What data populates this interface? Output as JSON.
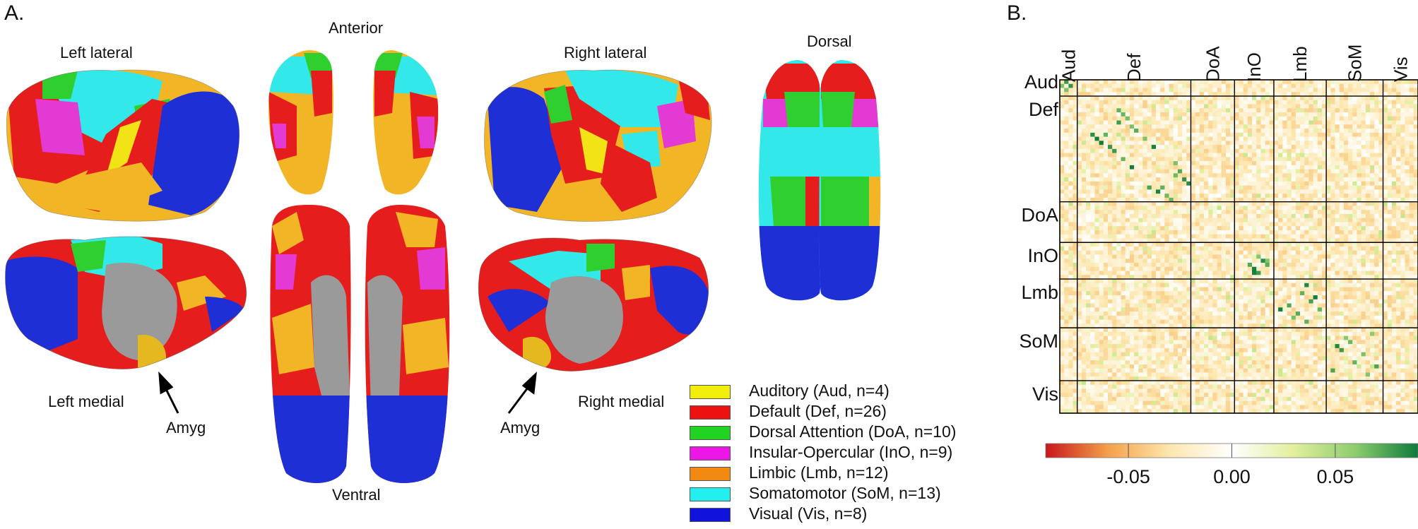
{
  "panels": {
    "a": "A.",
    "b": "B."
  },
  "views": {
    "left_lateral": "Left lateral",
    "anterior": "Anterior",
    "right_lateral": "Right lateral",
    "dorsal": "Dorsal",
    "left_medial": "Left medial",
    "right_medial": "Right medial",
    "ventral": "Ventral",
    "amyg_left": "Amyg",
    "amyg_right": "Amyg"
  },
  "colors": {
    "aud": "#f2e316",
    "def": "#e61d1d",
    "doa": "#2ecf2e",
    "ino": "#e23ad2",
    "lmb": "#f5a623",
    "lmb_swatch": "#f28a12",
    "som": "#33e8e8",
    "vis": "#1f2fd6",
    "medial_wall": "#9a9a9a",
    "amyg": "#e6b820"
  },
  "legend": [
    {
      "label": "Auditory (Aud, n=4)",
      "color": "#f2ee0c"
    },
    {
      "label": "Default (Def, n=26)",
      "color": "#ee1111"
    },
    {
      "label": "Dorsal Attention (DoA, n=10)",
      "color": "#22d322"
    },
    {
      "label": "Insular-Opercular (InO, n=9)",
      "color": "#ec16e8"
    },
    {
      "label": "Limbic (Lmb, n=12)",
      "color": "#f28a12"
    },
    {
      "label": "Somatomotor (SoM, n=13)",
      "color": "#22eeee"
    },
    {
      "label": "Visual (Vis, n=8)",
      "color": "#1212dd"
    }
  ],
  "chart_data": {
    "type": "heatmap",
    "networks": [
      "Aud",
      "Def",
      "DoA",
      "InO",
      "Lmb",
      "SoM",
      "Vis"
    ],
    "network_sizes": [
      4,
      26,
      10,
      9,
      12,
      13,
      8
    ],
    "colorbar": {
      "ticks": [
        "-0.05",
        "0.00",
        "0.05"
      ],
      "tick_values": [
        -0.05,
        0.0,
        0.05
      ],
      "range": [
        -0.09,
        0.09
      ],
      "colors": [
        "#c8161d",
        "#f4a04a",
        "#fde7ae",
        "#ffffff",
        "#e2ef9c",
        "#8ccc6e",
        "#0d7a3b"
      ]
    },
    "diagonal_highlight_pairs": [
      [
        0,
        1
      ],
      [
        1,
        0
      ],
      [
        1,
        2
      ],
      [
        2,
        1
      ],
      [
        7,
        13
      ],
      [
        13,
        7
      ],
      [
        8,
        14
      ],
      [
        14,
        8
      ],
      [
        9,
        15
      ],
      [
        15,
        9
      ],
      [
        10,
        13
      ],
      [
        13,
        10
      ],
      [
        11,
        16
      ],
      [
        16,
        11
      ],
      [
        12,
        17
      ],
      [
        17,
        12
      ],
      [
        14,
        19
      ],
      [
        19,
        14
      ],
      [
        16,
        21
      ],
      [
        21,
        16
      ],
      [
        20,
        26
      ],
      [
        26,
        20
      ],
      [
        22,
        27
      ],
      [
        27,
        22
      ],
      [
        25,
        29
      ],
      [
        29,
        25
      ],
      [
        24,
        28
      ],
      [
        28,
        24
      ],
      [
        23,
        26
      ],
      [
        26,
        23
      ],
      [
        44,
        46
      ],
      [
        46,
        44
      ],
      [
        45,
        47
      ],
      [
        47,
        45
      ],
      [
        44,
        47
      ],
      [
        47,
        44
      ],
      [
        43,
        45
      ],
      [
        45,
        43
      ],
      [
        52,
        55
      ],
      [
        55,
        52
      ],
      [
        54,
        57
      ],
      [
        57,
        54
      ],
      [
        56,
        59
      ],
      [
        59,
        56
      ],
      [
        53,
        58
      ],
      [
        58,
        53
      ],
      [
        50,
        56
      ],
      [
        56,
        50
      ],
      [
        63,
        65
      ],
      [
        65,
        63
      ],
      [
        64,
        66
      ],
      [
        66,
        64
      ],
      [
        67,
        69
      ],
      [
        69,
        67
      ],
      [
        70,
        72
      ],
      [
        72,
        70
      ],
      [
        62,
        71
      ],
      [
        71,
        62
      ]
    ]
  }
}
